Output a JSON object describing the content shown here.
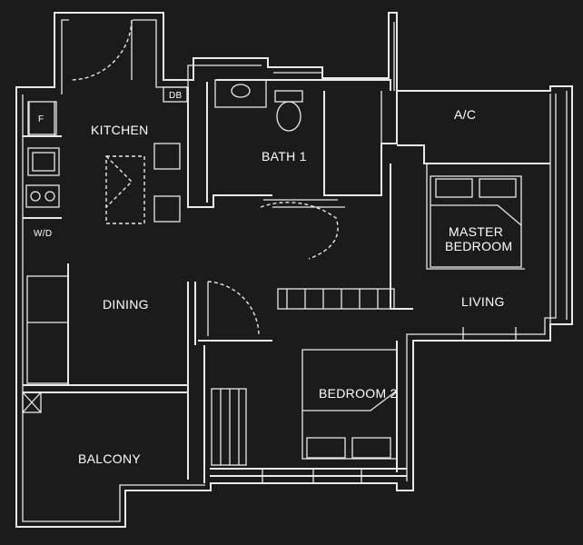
{
  "rooms": {
    "kitchen": "KITCHEN",
    "bath": "BATH 1",
    "ac": "A/C",
    "master_line1": "MASTER",
    "master_line2": "BEDROOM",
    "dining": "DINING",
    "living": "LIVING",
    "bedroom2": "BEDROOM 2",
    "balcony": "BALCONY"
  },
  "fixtures": {
    "fridge": "F",
    "washer_dryer": "W/D",
    "distribution_board": "DB"
  },
  "colors": {
    "background": "#1b1b1b",
    "lines": "#e9e9e9",
    "text": "#ffffff"
  }
}
